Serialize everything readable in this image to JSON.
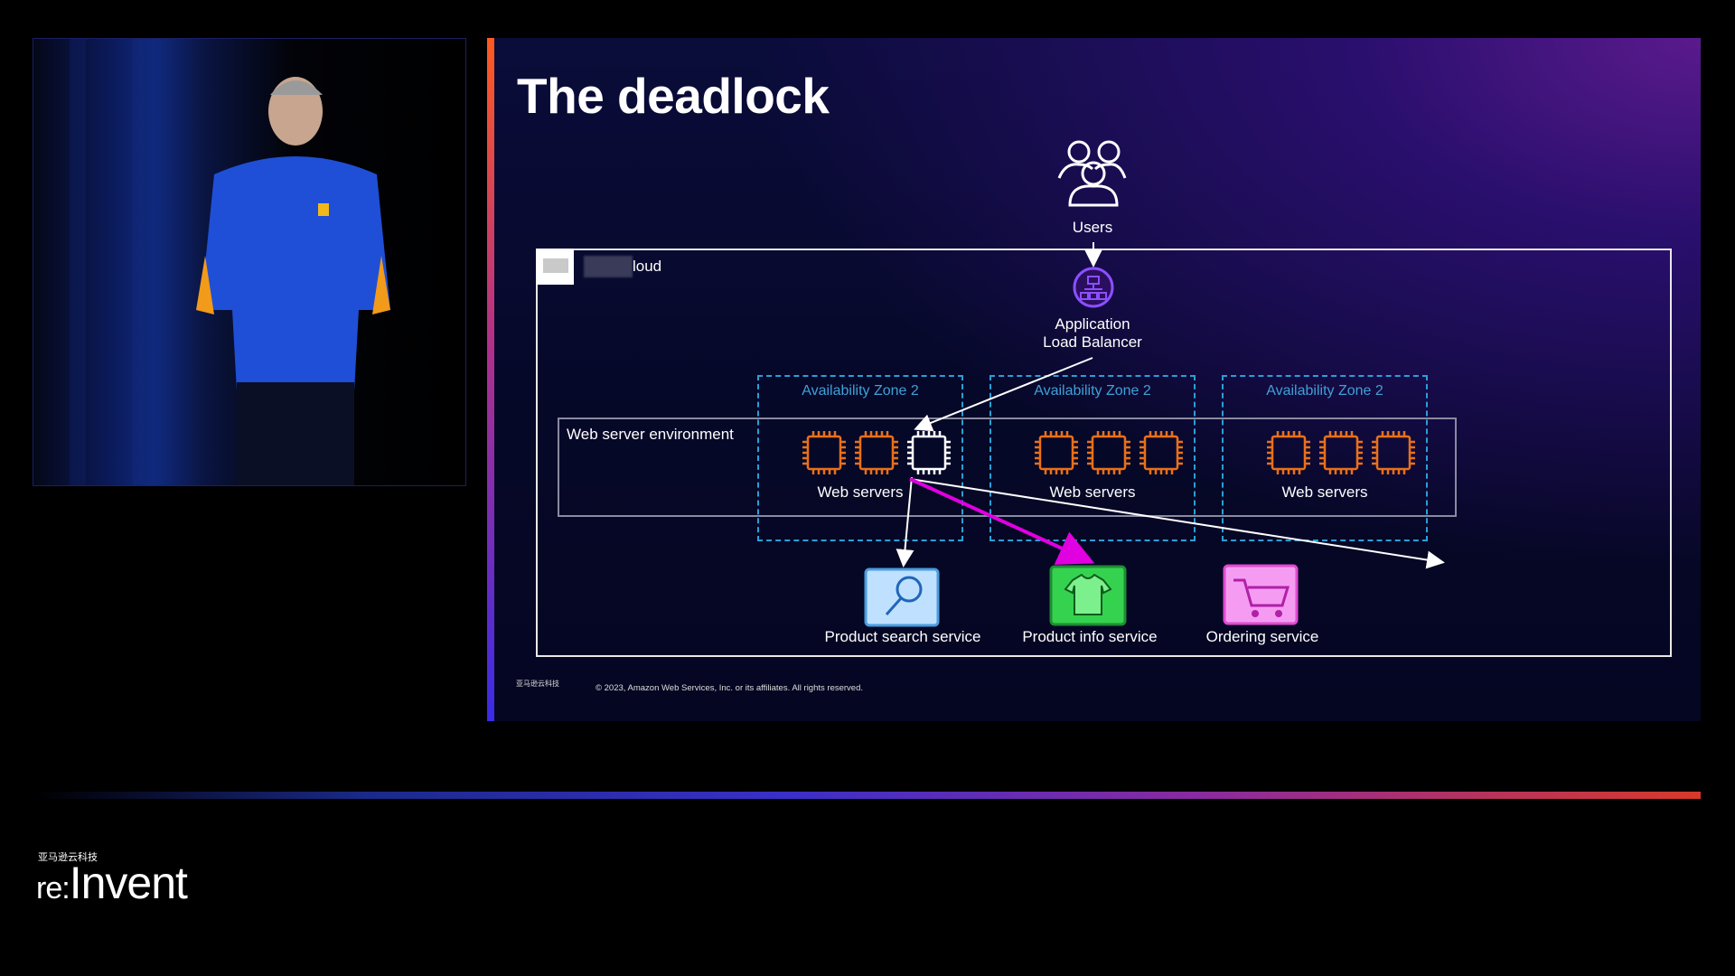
{
  "slide": {
    "title": "The deadlock",
    "users_label": "Users",
    "cloud_label": "loud",
    "alb_label_line1": "Application",
    "alb_label_line2": "Load Balancer",
    "web_env_label": "Web server environment",
    "zones": [
      {
        "label": "Availability Zone 2",
        "servers_label": "Web servers"
      },
      {
        "label": "Availability Zone 2",
        "servers_label": "Web servers"
      },
      {
        "label": "Availability Zone 2",
        "servers_label": "Web servers"
      }
    ],
    "services": [
      {
        "label": "Product search service",
        "icon": "magnifier-icon",
        "color": "#4a9de0"
      },
      {
        "label": "Product info service",
        "icon": "tshirt-icon",
        "color": "#2fbf4a"
      },
      {
        "label": "Ordering service",
        "icon": "cart-icon",
        "color": "#e04ad0"
      }
    ],
    "footer_copyright": "© 2023, Amazon Web Services, Inc. or its affiliates. All rights reserved.",
    "footer_logo_text": "亚马逊云科技",
    "colors": {
      "highlight_arrow": "#e000e0",
      "server_orange": "#e8701a",
      "az_dashed": "#2a9fd6",
      "alb_purple": "#8c4fff"
    }
  },
  "branding": {
    "chinese_text": "亚马逊云科技",
    "event_prefix": "re:",
    "event_name": "Invent"
  }
}
